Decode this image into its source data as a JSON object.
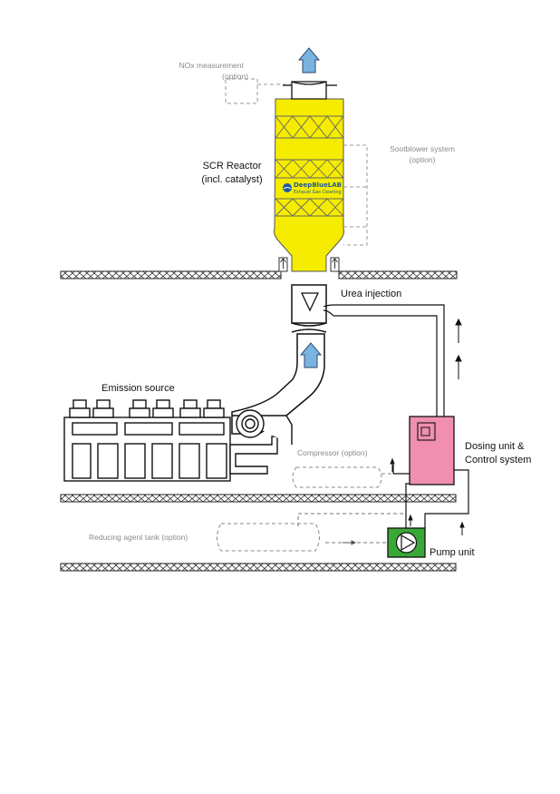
{
  "labels": {
    "nox": [
      "NOx measurement",
      "(option)"
    ],
    "sootblower": [
      "Sootblower system",
      "(option)"
    ],
    "scr": [
      "SCR Reactor",
      "(incl. catalyst)"
    ],
    "urea": "Urea injection",
    "emission": "Emission source",
    "compressor": "Compressor (option)",
    "dosing": [
      "Dosing unit &",
      "Control system"
    ],
    "reducing": "Reducing agent tank (option)",
    "pump": "Pump unit"
  },
  "logo": {
    "name": "DeepBlueLAB",
    "tagline": "Exhaust Gas Cleaning"
  },
  "colors": {
    "reactor": "#f5ec00",
    "dosing": "#f08fb0",
    "pump": "#3aa837",
    "arrow": "#7bb3e0",
    "logo": "#1f5aa0"
  },
  "icons": [
    "flow-arrow-icon",
    "triangle-icon",
    "pump-triangle-icon",
    "fan-icon",
    "logo-icon"
  ]
}
